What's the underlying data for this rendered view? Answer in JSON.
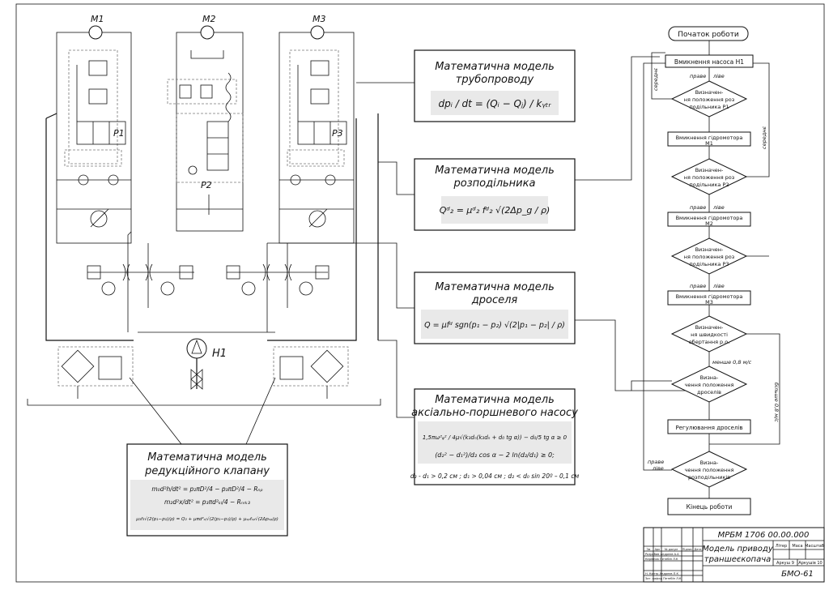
{
  "hydraulic": {
    "motor_labels": [
      "М1",
      "М2",
      "М3"
    ],
    "distributor_labels": [
      "Р1",
      "Р2",
      "Р3"
    ],
    "pump_label": "Н1"
  },
  "models": {
    "pipeline": {
      "title1": "Математична модель",
      "title2": "трубопроводу",
      "formula": "dpᵢ / dt = (Qᵢ − Qⱼ) / kᵧₜᵣ"
    },
    "distributor": {
      "title1": "Математична модель",
      "title2": "розподільника",
      "formula": "Qᵈ₂ = μᵈ₂ fᵈ₂ √(2Δp_g / ρ)"
    },
    "throttle": {
      "title1": "Математична модель",
      "title2": "дроселя",
      "formula": "Q = μfᵈ sgn(p₁ − p₂) √(2|p₁ − p₂| / ρ)"
    },
    "pump": {
      "title1": "Математична модель",
      "title2": "аксіально-поршневого насосу",
      "formula1": "1,5πω²ᵩ² / 4μ√(k₃dₙ(k₃dₙ + d₀ tg α)) − d₀/5 tg α ≥ 0",
      "formula2": "(d₂² − d₁²)/d₂ cos α − 2 ln(d₂/d₁) ≥ 0;",
      "condition": "d₂ - d₁ > 0,2 см ;    d₁ > 0,04 см ;    d₂ < d₀ sin 20º – 0,1 см"
    },
    "reducer": {
      "title1": "Математична модель",
      "title2": "редукційного клапану",
      "formula1": "m₀d²h/dt² = p₂πD²/4 − p₃πD²/4 − Rₙᵨ",
      "formula2": "m₂d²x/dt² = p₃πd²ₖₗ/4 − Rₙᵣₖ₃",
      "formula3": "μ₃f₃√(2(p₁−p₂)/ρ) = Q₂ + μπd²ₒⱼ√(2(p₁−p₂)/ρ) + μₛᵨfₛᵨ√(2Δpₛᵨ/ρ)"
    }
  },
  "flowchart": {
    "start": "Початок роботи",
    "n1": "Вмикнення насоса Н1",
    "d1": [
      "Визначен-",
      "ня положення роз",
      "подільника Р1"
    ],
    "b_m1": [
      "Вмикнення гідромотора",
      "М1"
    ],
    "d2": [
      "Визначен-",
      "ня положення роз",
      "подільника Р2"
    ],
    "b_m2": [
      "Вмикнення гідромотора",
      "М2"
    ],
    "d3": [
      "Визначен-",
      "ня положення роз",
      "подільника Р3"
    ],
    "b_m3": [
      "Вмикнення гідромотора",
      "М3"
    ],
    "d4": [
      "Визначен-",
      "ня швидкості",
      "обертання р.о."
    ],
    "d5": [
      "Визна-",
      "чення положення",
      "дроселів"
    ],
    "reg": "Регулювання дроселів",
    "d6": [
      "Визна-",
      "чення положення",
      "розподільників"
    ],
    "end": "Кінець роботи",
    "lbl_right": "праве",
    "lbl_left": "ліве",
    "lbl_mid": "середнє",
    "lbl_less": "менше 0,8 м/с",
    "lbl_more": "більше 0,8 м/с"
  },
  "titleblock": {
    "code": "МРБМ 1706 00.00.000",
    "title1": "Модель приводу",
    "title2": "траншеєкопача",
    "org": "БМО-61",
    "col_lit": "Літер",
    "col_mass": "Маса",
    "col_scale": "Масштаб",
    "sheet": "Аркуш 9",
    "sheets": "Аркушів 10",
    "row1": [
      "Зм",
      "Арк",
      "№ докум",
      "Підпис",
      "Дата"
    ],
    "names": [
      "Розробив Андреєв А.А",
      "Керівник Петебін Л.К",
      "Н. Контр Андреєв Л.К",
      "Зат. кафед Петебін Л.К"
    ]
  }
}
